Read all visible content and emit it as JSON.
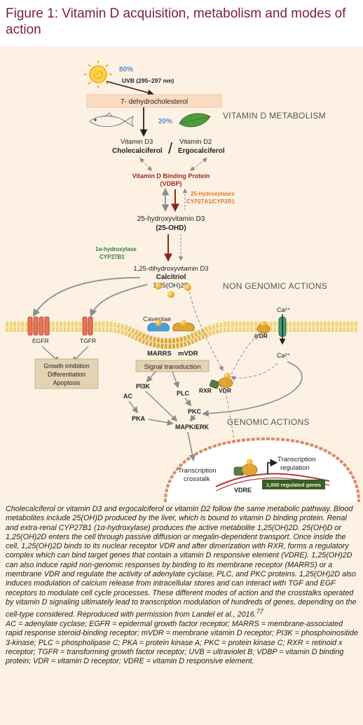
{
  "title": "Figure 1: Vitamin D acquisition, metabolism and modes of action",
  "figure": {
    "pct_uvb": "80%",
    "uvb": "UVB (295–297 nm)",
    "dehydro": "7- dehydrocholesterol",
    "pct_diet": "20%",
    "vitd3": "Vitamin D3",
    "chole": "Cholecalciferol",
    "vitd2": "Vitamin D2",
    "ergo": "Ergocalciferol",
    "slash": "/",
    "vdbp": "Vitamin D Binding Protein",
    "vdbp_abbr": "(VDBP)",
    "hydroxylases": "25-hydroxylases",
    "cyp": "CYP27A1/CYP2R1",
    "hvd3": "25-hydroxyvitamin D3",
    "ohd": "(25-OHD)",
    "alpha": "1α-hydroxylase",
    "cyp27b1": "CYP27B1",
    "dihydroxy": "1,25-dihydroxyvitamin D3",
    "calcitriol": "Calcitriol",
    "oh2d": "1,25(OH)2D",
    "metabolism": "VITAMIN D METABOLISM",
    "nongenomic": "NON GENOMIC ACTIONS",
    "genomic": "GENOMIC ACTIONS",
    "caveolae": "Caveolae",
    "egfr": "EGFR",
    "tgfr": "TGFR",
    "marrs": "MARRS",
    "mvdr": "mVDR",
    "vdr_mem": "VDR",
    "ca_top": "Ca²⁺",
    "ca_bottom": "Ca²⁺",
    "growth": "Growth inhibition",
    "diff": "Differentiation",
    "apop": "Apoptosis",
    "signal": "Signal transduction",
    "pi3k": "PI3K",
    "ac": "AC",
    "plc": "PLC",
    "pka": "PKA",
    "pkc": "PKC",
    "mapk": "MAPK/ERK",
    "rxr": "RXR",
    "vdr_cyto": "VDR",
    "transcription_crosstalk_1": "Transcription",
    "transcription_crosstalk_2": "crosstalk",
    "vdre": "VDRE",
    "transcription_reg_1": "Transcription",
    "transcription_reg_2": "regulation",
    "regulated": "1,000 regulated genes"
  },
  "caption": {
    "main": "Cholecalciferol or vitamin D3 and ergocalciferol or vitamin D2 follow the same metabolic pathway. Blood metabolites include 25(OH)D produced by the liver, which is bound to vitamin D binding protein. Renal and extra-renal CYP27B1 (1α-hydroxylase) produces the active metabolite 1,25(OH)2D. 25(OH)D or 1,25(OH)2D enters the cell through passive diffusion or megalin-dependent transport. Once inside the cell, 1,25(OH)2D binds to its nuclear receptor VDR and after dimerization with RXR, forms a regulatory complex which can bind target genes that contain a vitamin D responsive element (VDRE). 1,25(OH)2D can also induce rapid non-genomic responses by binding to its membrane receptor (MARRS) or a membrane VDR and regulate the activity of adenylate cyclase, PLC, and PKC proteins. 1,25(OH)2D also induces modulation of calcium release from intracellular stores and can interact with TGF and EGF receptors to modulate cell cycle processes. These different modes of action and the crosstalks operated by vitamin D signaling ultimately lead to transcription modulation of hundreds of genes, depending on the cell-type considered. Reproduced with permission from Landel et al., 2016.",
    "ref": "77",
    "abbrev": "AC = adenylate cyclase; EGFR = epidermal growth factor receptor; MARRS = membrane-associated rapid response steroid-binding receptor; mVDR = membrane vitamin D receptor; PI3K = phosphoinositide 3-kinase; PLC = phospholipase C; PKA = protein kinase A; PKC = protein kinase C; RXR = retinoid x receptor; TGFR = transforming growth factor receptor; UVB = ultraviolet B; VDBP = vitamin D binding protein; VDR = vitamin D receptor; VDRE = vitamin D responsive element."
  }
}
